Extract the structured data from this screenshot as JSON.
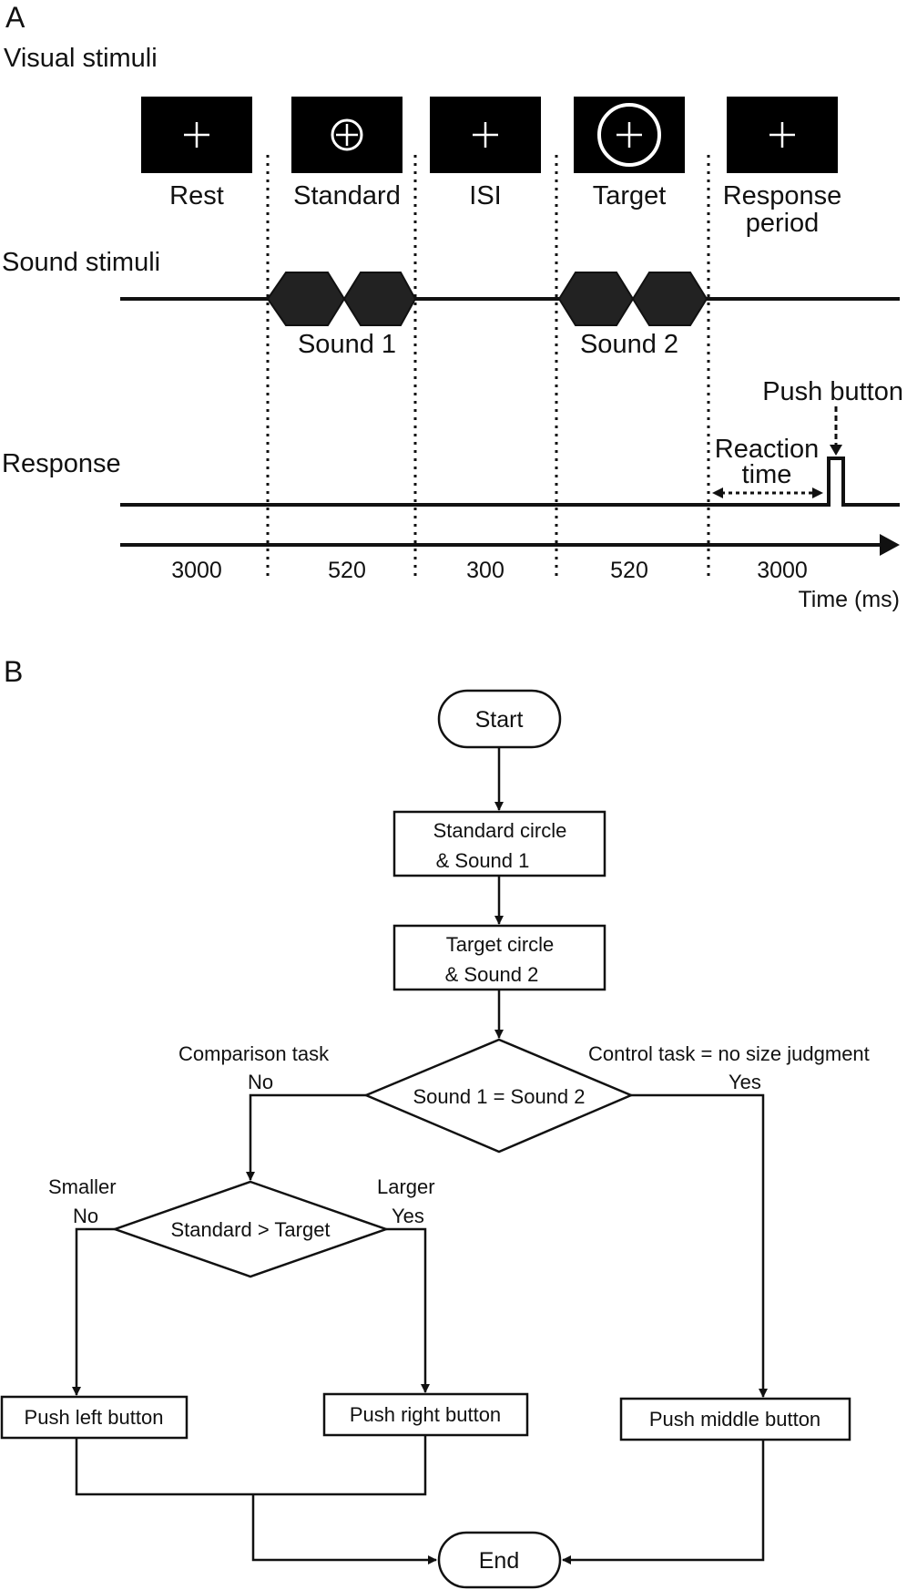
{
  "panel_a": {
    "label": "A",
    "visual_title": "Visual stimuli",
    "screens": [
      {
        "label": "Rest",
        "label2": ""
      },
      {
        "label": "Standard",
        "label2": ""
      },
      {
        "label": "ISI",
        "label2": ""
      },
      {
        "label": "Target",
        "label2": ""
      },
      {
        "label": "Response",
        "label2": "period"
      }
    ],
    "sound_title": "Sound stimuli",
    "sounds": [
      "Sound 1",
      "Sound 2"
    ],
    "response_title": "Response",
    "push_button": "Push button",
    "reaction_time": [
      "Reaction",
      "time"
    ],
    "durations": [
      "3000",
      "520",
      "300",
      "520",
      "3000"
    ],
    "time_axis": "Time (ms)"
  },
  "panel_b": {
    "label": "B",
    "start": "Start",
    "step1": [
      "Standard circle",
      "& Sound 1"
    ],
    "step2": [
      "Target circle",
      "& Sound 2"
    ],
    "decision1": "Sound 1 = Sound 2",
    "d1_left_label": "Comparison task",
    "d1_left_answer": "No",
    "d1_right_label": "Control task = no size judgment",
    "d1_right_answer": "Yes",
    "decision2": "Standard > Target",
    "d2_left_label": "Smaller",
    "d2_left_answer": "No",
    "d2_right_label": "Larger",
    "d2_right_answer": "Yes",
    "left_button": "Push left button",
    "right_button": "Push right button",
    "middle_button": "Push middle button",
    "end": "End"
  }
}
